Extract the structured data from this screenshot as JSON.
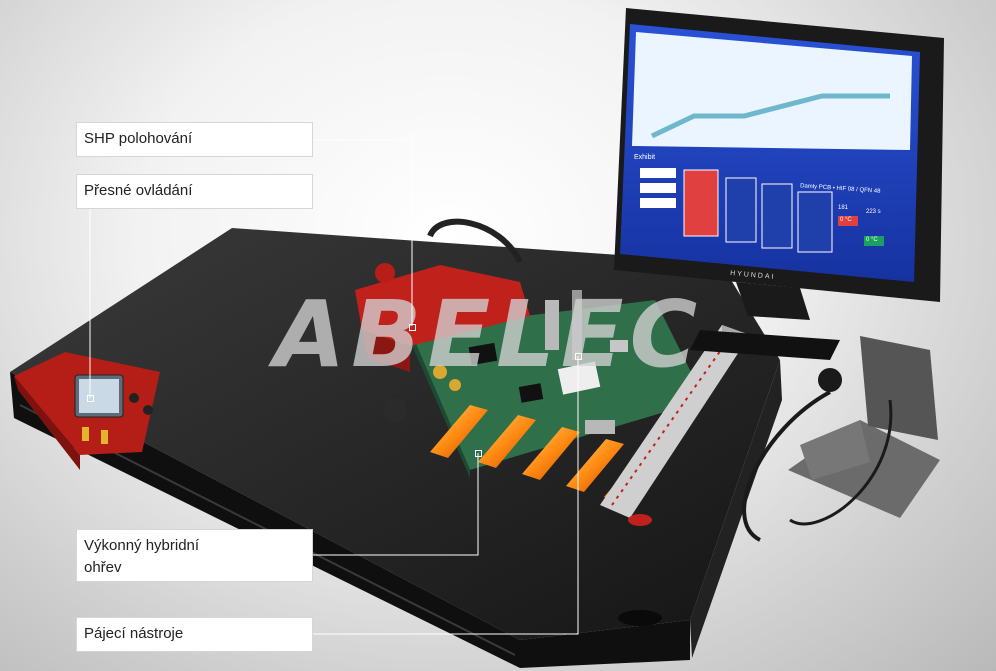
{
  "callouts": {
    "shp": "SHP polohování",
    "control": "Přesné ovládání",
    "heating": "Výkonný hybridní\nohřev",
    "tools": "Pájecí nástroje"
  },
  "monitor": {
    "window_label": "Exhibit",
    "panel_title": "Damly PCB • HIF 08 / QFN 48",
    "temp_a": "181",
    "temp_b": "223 s",
    "temp_c": "0 °C",
    "temp_d": "0 °C",
    "brand": "HYUNDAI"
  },
  "watermark": "ABELEC",
  "colors": {
    "accent_red": "#c0221b",
    "board_green": "#2f6f4a",
    "heater_orange": "#ff9a1f",
    "screen_blue": "#1b3fb8"
  }
}
